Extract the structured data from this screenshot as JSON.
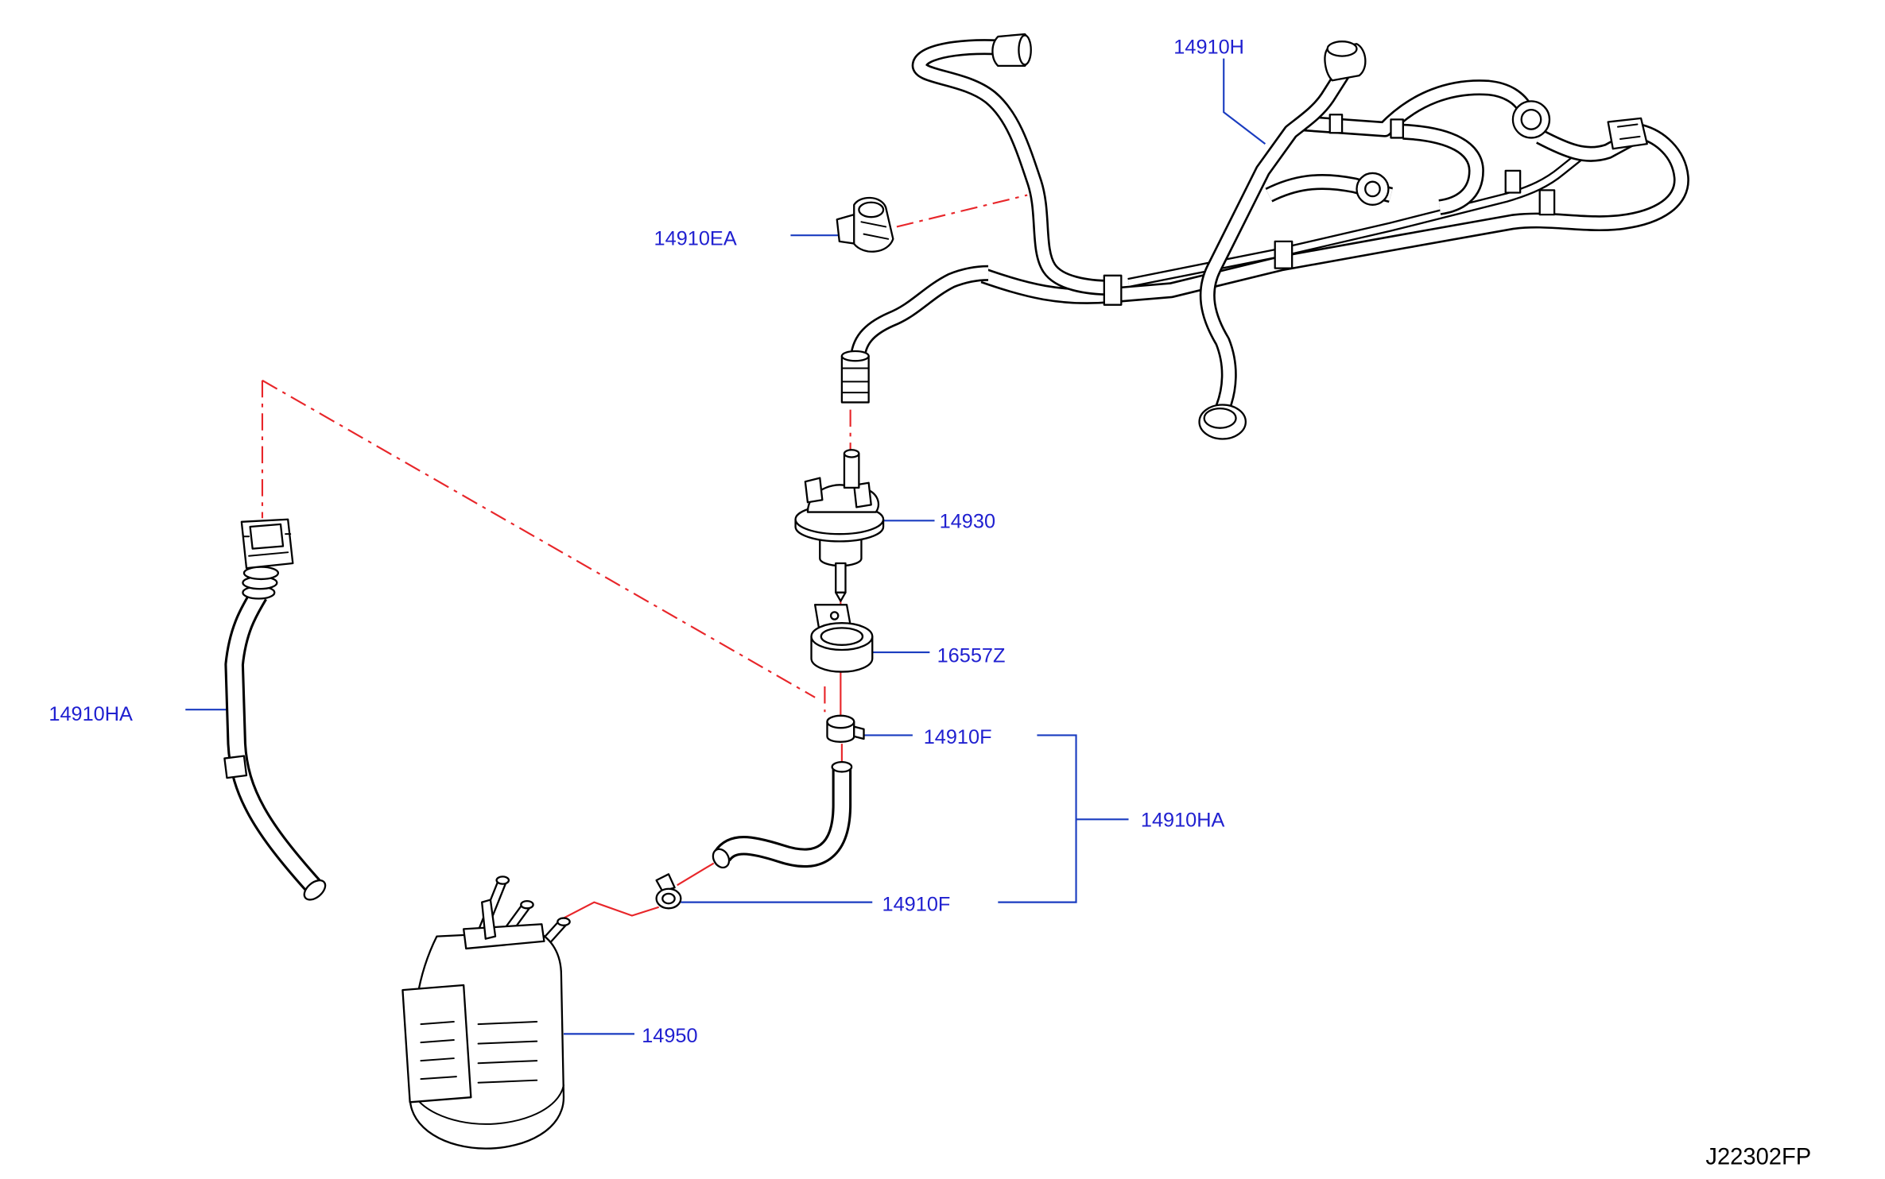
{
  "callouts": {
    "harness": "14910H",
    "clip_ea": "14910EA",
    "valve": "14930",
    "bracket": "16557Z",
    "hose_left": "14910HA",
    "clip_upper": "14910F",
    "hose_assembly": "14910HA",
    "clip_lower": "14910F",
    "canister": "14950"
  },
  "figure_code": "J22302FP",
  "colors": {
    "callout_text": "#2020d0",
    "leader_line": "#1a3cc0",
    "phantom_line": "#e8262a",
    "linework": "#000000"
  }
}
